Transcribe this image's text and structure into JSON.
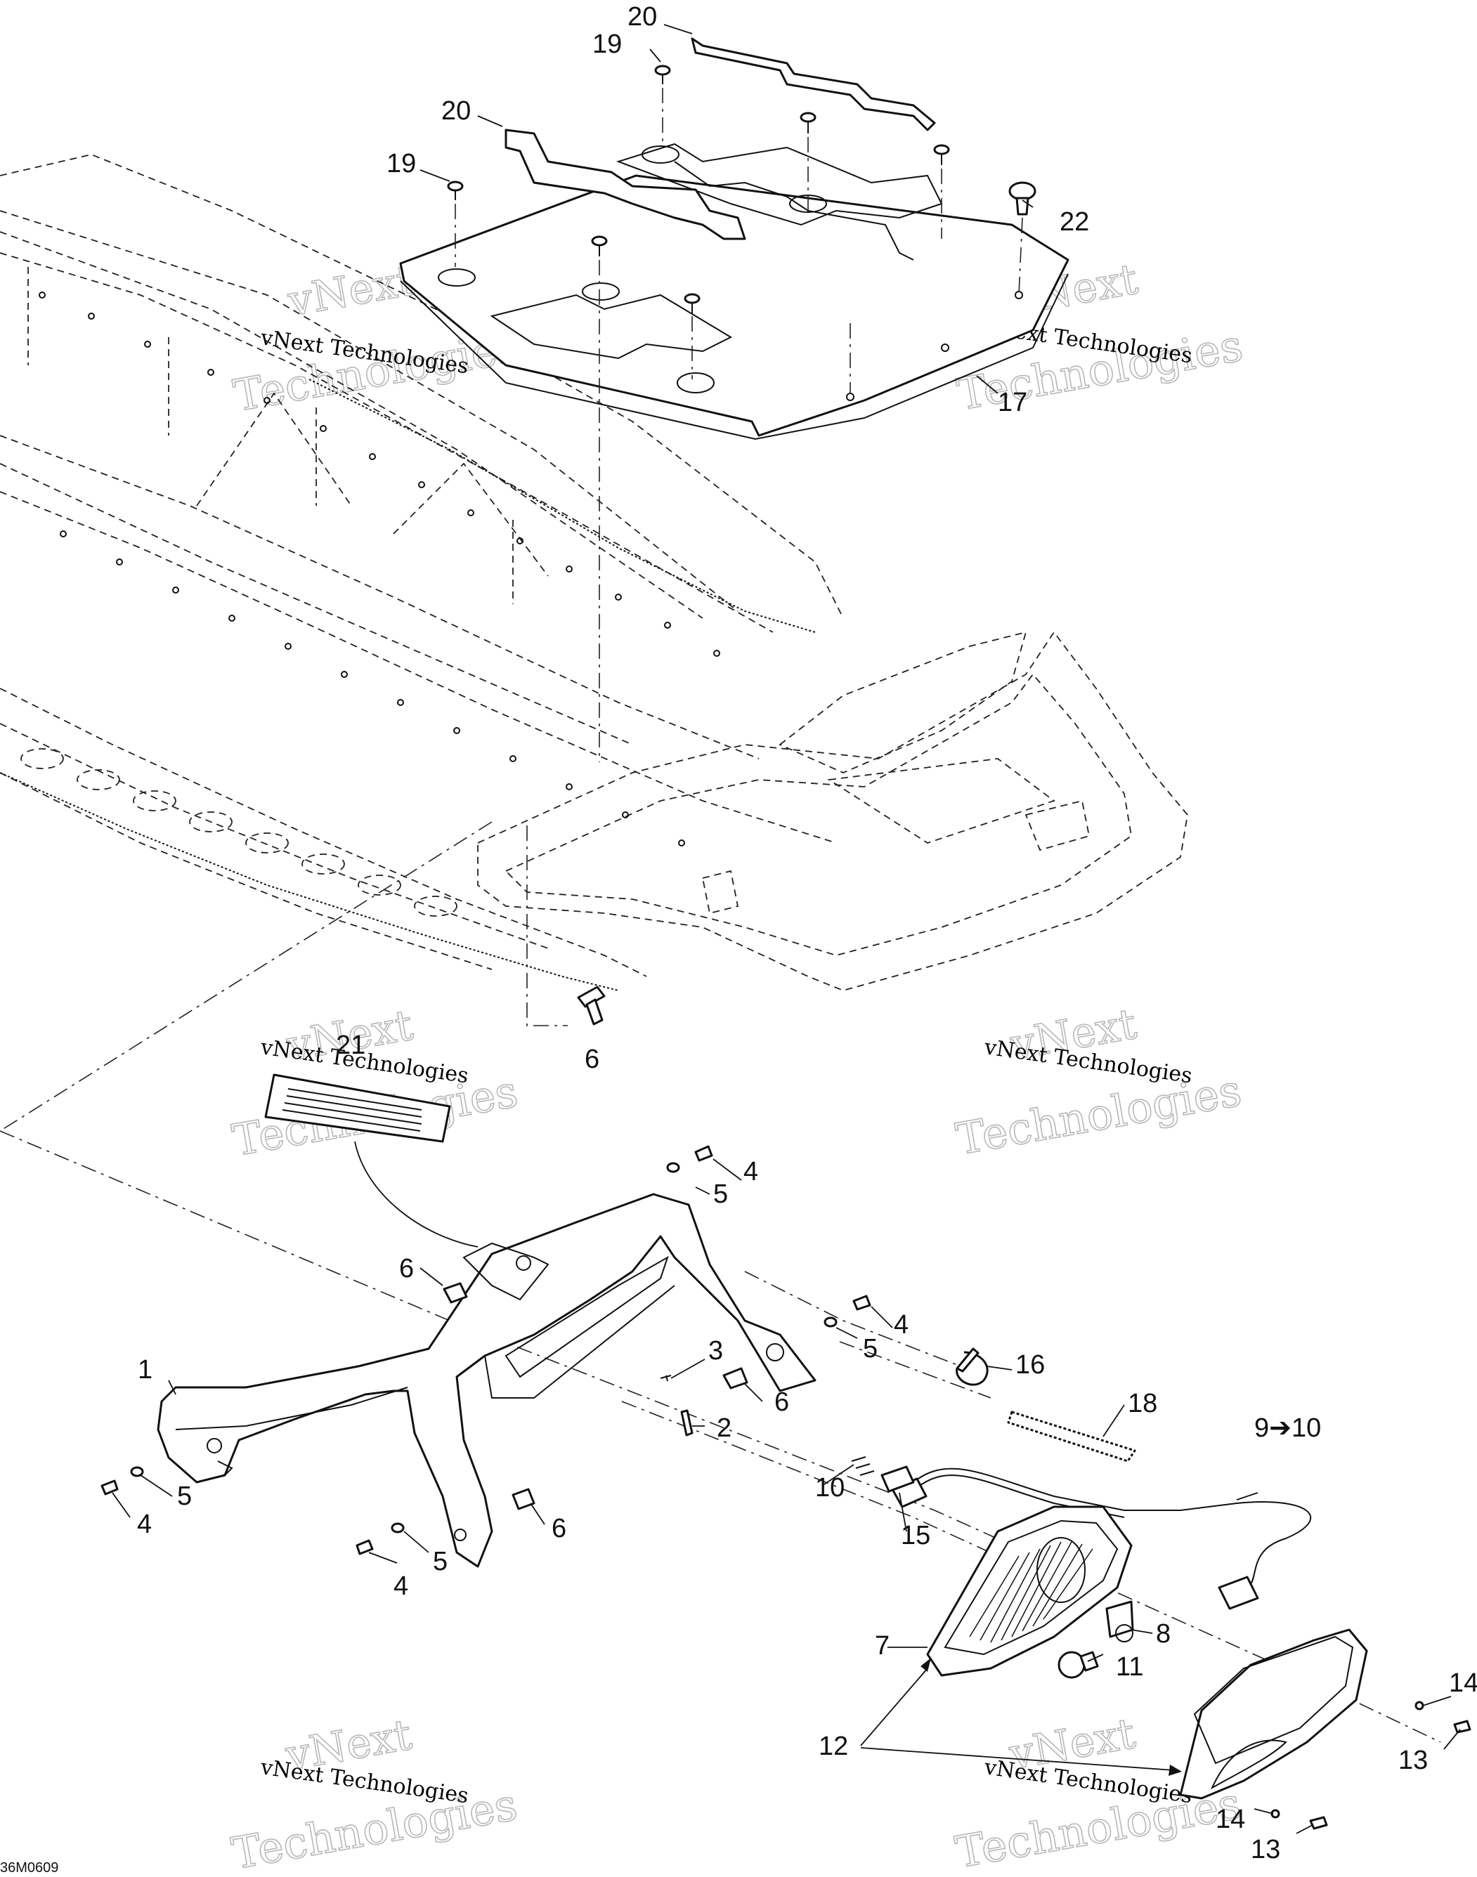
{
  "diagram": {
    "reference_code": "36M0609",
    "callouts": {
      "c1": "1",
      "c2": "2",
      "c3": "3",
      "c4a": "4",
      "c4b": "4",
      "c4c": "4",
      "c4d": "4",
      "c5a": "5",
      "c5b": "5",
      "c5c": "5",
      "c5d": "5",
      "c6a": "6",
      "c6b": "6",
      "c6c": "6",
      "c6d": "6",
      "c7": "7",
      "c8": "8",
      "c9to10": "9➔10",
      "c10": "10",
      "c11": "11",
      "c12": "12",
      "c13a": "13",
      "c13b": "13",
      "c14a": "14",
      "c14b": "14",
      "c15": "15",
      "c16": "16",
      "c17": "17",
      "c18": "18",
      "c19a": "19",
      "c19b": "19",
      "c20a": "20",
      "c20b": "20",
      "c21": "21",
      "c22": "22"
    },
    "watermarks": {
      "vnext": "vNext",
      "technologies": "vNext Technologies",
      "tech_word": "Technologies"
    }
  }
}
